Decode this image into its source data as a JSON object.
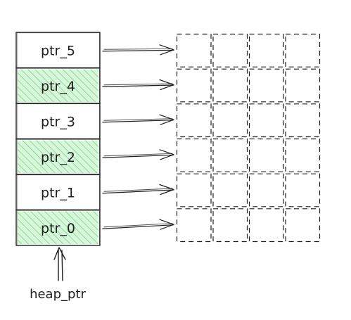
{
  "diagram": {
    "pointers": [
      {
        "label": "ptr_5",
        "highlighted": false
      },
      {
        "label": "ptr_4",
        "highlighted": true
      },
      {
        "label": "ptr_3",
        "highlighted": false
      },
      {
        "label": "ptr_2",
        "highlighted": true
      },
      {
        "label": "ptr_1",
        "highlighted": false
      },
      {
        "label": "ptr_0",
        "highlighted": true
      }
    ],
    "heap_pointer_label": "heap_ptr",
    "grid": {
      "rows": 6,
      "columns": 4
    },
    "colors": {
      "stroke": "#1e1e1e",
      "highlight_fill": "#b2f2bb",
      "hatch": "#5fa85a"
    }
  }
}
